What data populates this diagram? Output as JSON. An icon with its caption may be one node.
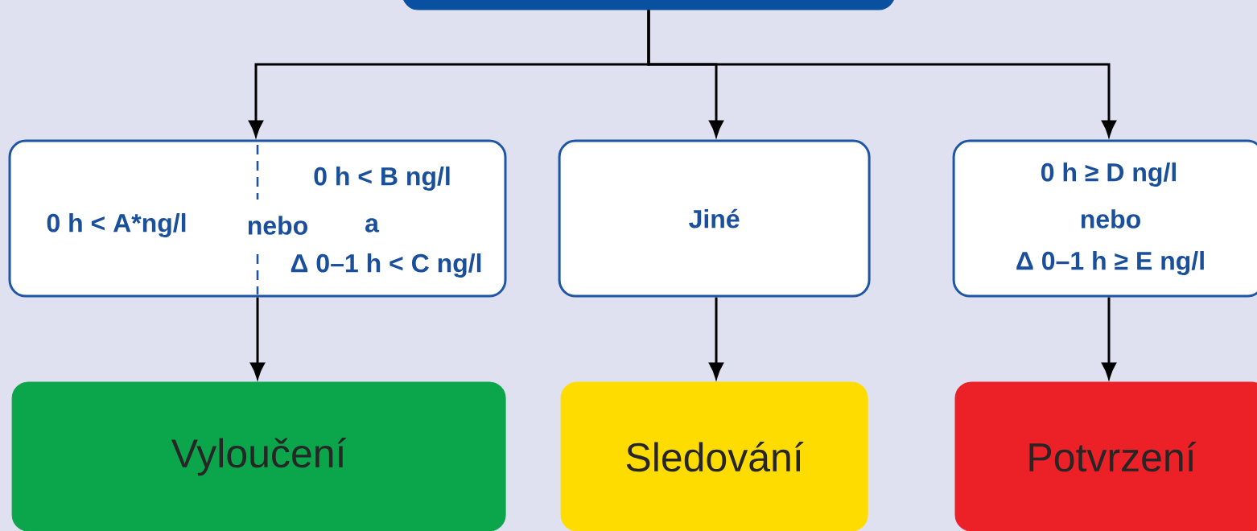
{
  "diagram": {
    "nodes": [
      {
        "text": [],
        "shape": "box"
      },
      {
        "text": [
          "0 h < B ng/l",
          "0 h < A*ng/l",
          "nebo",
          "a",
          "Δ 0–1 h < C ng/l"
        ]
      },
      {
        "text": [
          "Jiné"
        ]
      },
      {
        "text": [
          "0 h ≥ D ng/l",
          "nebo",
          "Δ 0–1 h ≥ E ng/l"
        ]
      },
      {
        "text": [
          "Vyloučení"
        ]
      },
      {
        "text": [
          "Sledování"
        ]
      },
      {
        "text": [
          "Potvrzení"
        ]
      }
    ],
    "edges": [
      {
        "from": 0,
        "to": 1,
        "arrow": "to"
      },
      {
        "from": 0,
        "to": 2,
        "arrow": "to"
      },
      {
        "from": 0,
        "to": 3,
        "arrow": "to"
      },
      {
        "from": 1,
        "to": 4,
        "arrow": "to"
      },
      {
        "from": 2,
        "to": 5,
        "arrow": "to"
      },
      {
        "from": 3,
        "to": 6,
        "arrow": "to"
      }
    ]
  }
}
